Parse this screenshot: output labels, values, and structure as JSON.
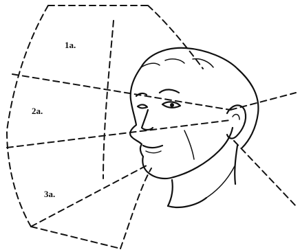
{
  "zones": [
    {
      "label": "1a."
    },
    {
      "label": "2a."
    },
    {
      "label": "3a."
    }
  ]
}
